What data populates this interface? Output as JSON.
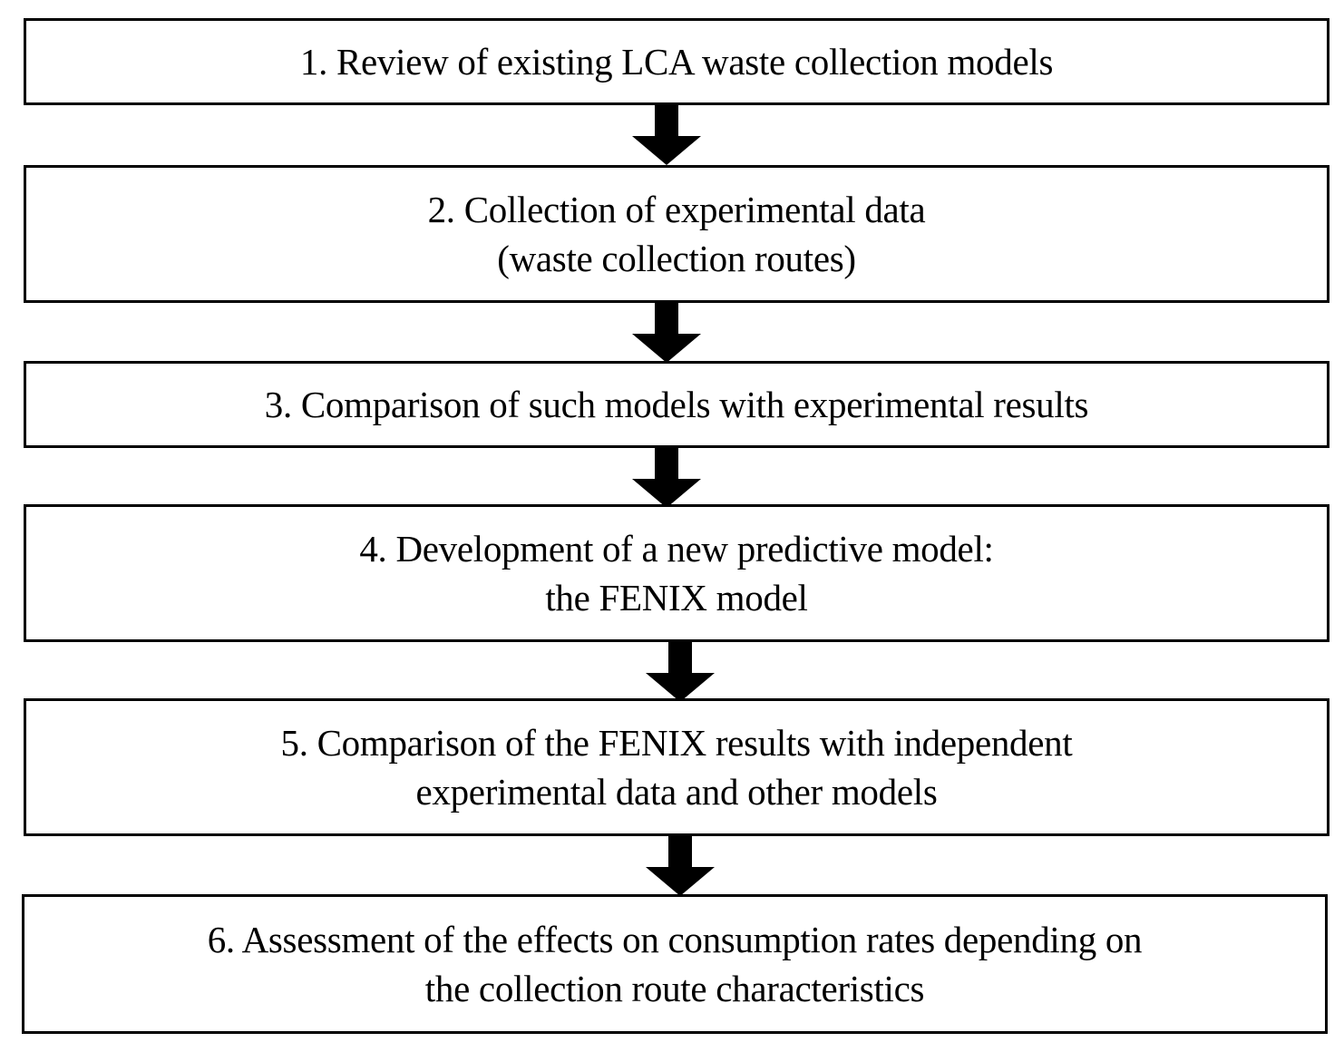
{
  "steps": [
    {
      "lines": [
        "1. Review of existing LCA waste collection models"
      ]
    },
    {
      "lines": [
        "2. Collection of experimental data",
        "(waste collection routes)"
      ]
    },
    {
      "lines": [
        "3. Comparison of such models with experimental results"
      ]
    },
    {
      "lines": [
        "4. Development of a new predictive model:",
        "the FENIX model"
      ]
    },
    {
      "lines": [
        "5. Comparison of the FENIX results with independent",
        "experimental data and other models"
      ]
    },
    {
      "lines": [
        "6. Assessment of the effects on consumption rates depending on",
        "the collection route characteristics"
      ]
    }
  ]
}
